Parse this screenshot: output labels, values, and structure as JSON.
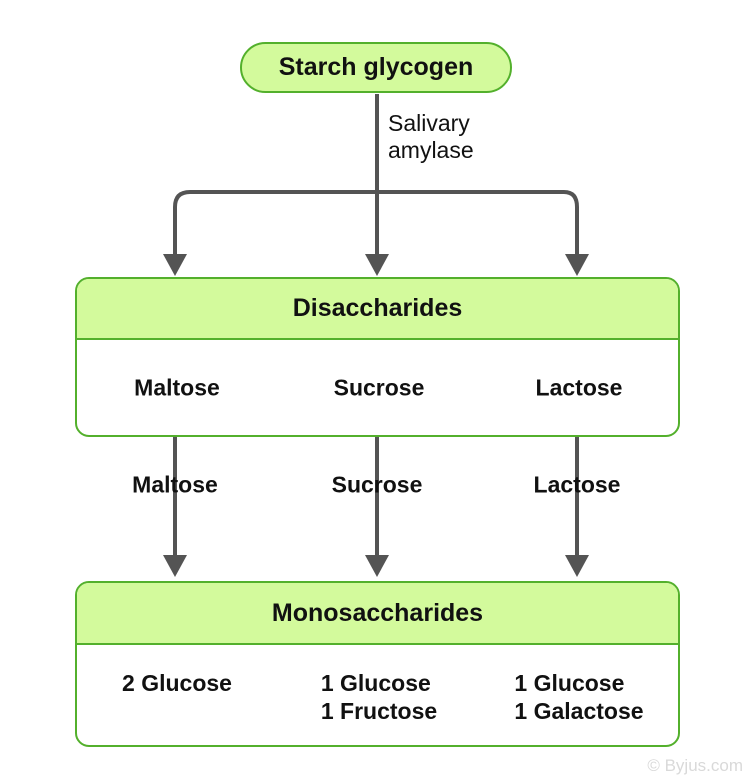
{
  "palette": {
    "fill_green": "#d3fa9c",
    "border_green": "#53b02c",
    "arrow_gray": "#545454",
    "text_black": "#111111",
    "watermark_gray": "#d9d9d9"
  },
  "diagram": {
    "root_label": "Starch glycogen",
    "enzyme": {
      "line1": "Salivary",
      "line2": "amylase"
    },
    "disaccharides": {
      "title": "Disaccharides",
      "items": [
        "Maltose",
        "Sucrose",
        "Lactose"
      ]
    },
    "flow_labels": [
      "Maltose",
      "Sucrose",
      "Lactose"
    ],
    "monosaccharides": {
      "title": "Monosaccharides",
      "columns": [
        {
          "lines": [
            "2 Glucose"
          ]
        },
        {
          "lines": [
            "1 Glucose",
            "1 Fructose"
          ]
        },
        {
          "lines": [
            "1 Glucose",
            "1 Galactose"
          ]
        }
      ]
    }
  },
  "watermark": "© Byjus.com"
}
